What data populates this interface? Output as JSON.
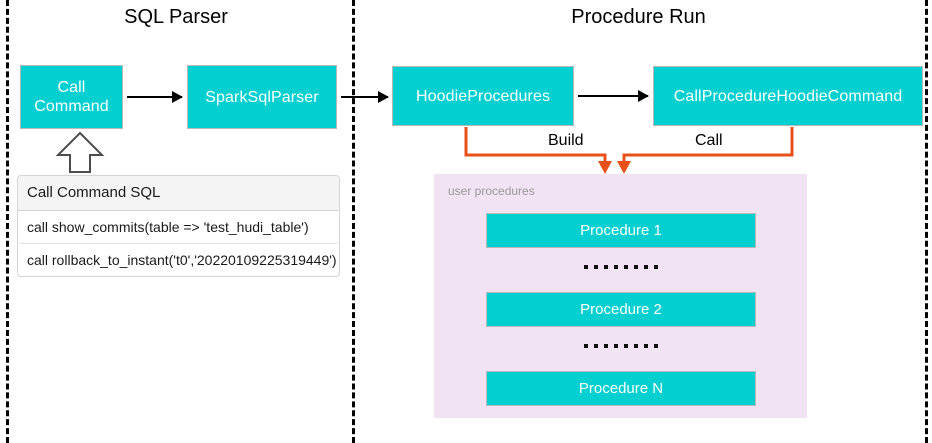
{
  "sections": {
    "left_title": "SQL Parser",
    "right_title": "Procedure Run"
  },
  "boxes": {
    "call_command": "Call\nCommand",
    "spark_sql_parser": "SparkSqlParser",
    "hoodie_procedures": "HoodieProcedures",
    "call_procedure_hoodie_command": "CallProcedureHoodieCommand"
  },
  "edge_labels": {
    "build": "Build",
    "call": "Call"
  },
  "sql_table": {
    "header": "Call Command SQL",
    "rows": [
      "call show_commits(table => 'test_hudi_table')",
      "call rollback_to_instant('t0','20220109225319449')"
    ]
  },
  "user_procedures": {
    "caption": "user procedures",
    "items": [
      "Procedure 1",
      "Procedure 2",
      "Procedure N"
    ],
    "ellipsis_dot_count": 8
  },
  "colors": {
    "teal_box": "#01CFD0",
    "panel_background": "#f1e2f4",
    "orange_connector": "#E8501A",
    "divider": "#000000",
    "box_text": "#ffffff",
    "caption_text": "#999999"
  },
  "icons": {
    "hollow_up_arrow": "hollow-up-arrow-icon",
    "flow_arrow": "right-arrow-icon",
    "down_arrow": "down-arrow-icon"
  }
}
